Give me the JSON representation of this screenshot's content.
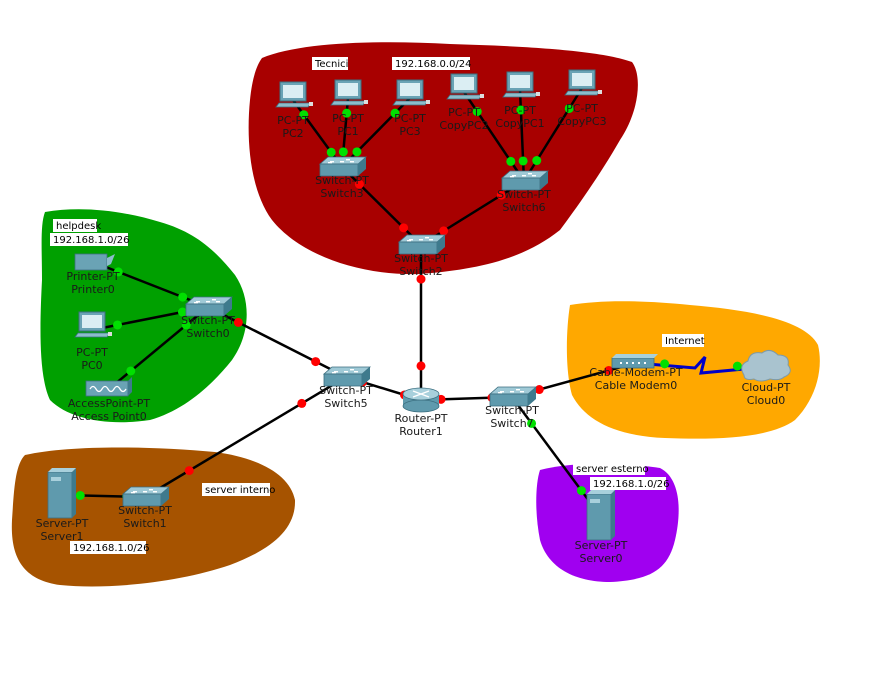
{
  "areas": [
    {
      "id": "tecnici",
      "color": "#a80000"
    },
    {
      "id": "helpdesk",
      "color": "#00a000"
    },
    {
      "id": "server-interno",
      "color": "#a65300"
    },
    {
      "id": "internet",
      "color": "#ffa800"
    },
    {
      "id": "server-esterno",
      "color": "#a000f0"
    }
  ],
  "notes": {
    "tecnici": "Tecnici",
    "tecnici_net": "192.168.0.0/24",
    "helpdesk": "helpdesk",
    "helpdesk_net": "192.168.1.0/26",
    "server_interno": "server interno",
    "server_interno_net": "192.168.1.0/26",
    "internet": "Internet",
    "server_esterno": "server esterno",
    "server_esterno_net": "192.168.1.0/26"
  },
  "devices": {
    "pc2": {
      "type": "PC-PT",
      "name": "PC2"
    },
    "pc1": {
      "type": "PC-PT",
      "name": "PC1"
    },
    "pc3": {
      "type": "PC-PT",
      "name": "PC3"
    },
    "copypc2": {
      "type": "PC-PT",
      "name": "CopyPC2"
    },
    "copypc1": {
      "type": "PC-PT",
      "name": "CopyPC1"
    },
    "copypc3": {
      "type": "PC-PT",
      "name": "CopyPC3"
    },
    "switch3": {
      "type": "Switch-PT",
      "name": "Switch3"
    },
    "switch6": {
      "type": "Switch-PT",
      "name": "Switch6"
    },
    "switch2": {
      "type": "Switch-PT",
      "name": "Switch2"
    },
    "printer0": {
      "type": "Printer-PT",
      "name": "Printer0"
    },
    "pc0": {
      "type": "PC-PT",
      "name": "PC0"
    },
    "ap0": {
      "type": "AccessPoint-PT",
      "name": "Access Point0"
    },
    "switch0": {
      "type": "Switch-PT",
      "name": "Switch0"
    },
    "switch5": {
      "type": "Switch-PT",
      "name": "Switch5"
    },
    "router1": {
      "type": "Router-PT",
      "name": "Router1"
    },
    "switch7": {
      "type": "Switch-PT",
      "name": "Switch7"
    },
    "modem0": {
      "type": "Cable-Modem-PT",
      "name": "Cable Modem0"
    },
    "cloud0": {
      "type": "Cloud-PT",
      "name": "Cloud0"
    },
    "server1": {
      "type": "Server-PT",
      "name": "Server1"
    },
    "switch1": {
      "type": "Switch-PT",
      "name": "Switch1"
    },
    "server0": {
      "type": "Server-PT",
      "name": "Server0"
    }
  },
  "links": [
    {
      "a": "pc2",
      "b": "switch3",
      "state": "up"
    },
    {
      "a": "pc1",
      "b": "switch3",
      "state": "up"
    },
    {
      "a": "pc3",
      "b": "switch3",
      "state": "up"
    },
    {
      "a": "copypc2",
      "b": "switch6",
      "state": "up"
    },
    {
      "a": "copypc1",
      "b": "switch6",
      "state": "up"
    },
    {
      "a": "copypc3",
      "b": "switch6",
      "state": "up"
    },
    {
      "a": "switch3",
      "b": "switch2",
      "state": "down"
    },
    {
      "a": "switch6",
      "b": "switch2",
      "state": "down"
    },
    {
      "a": "switch2",
      "b": "router1",
      "state": "down"
    },
    {
      "a": "printer0",
      "b": "switch0",
      "state": "up"
    },
    {
      "a": "pc0",
      "b": "switch0",
      "state": "up"
    },
    {
      "a": "ap0",
      "b": "switch0",
      "state": "up"
    },
    {
      "a": "switch0",
      "b": "switch5",
      "state": "down"
    },
    {
      "a": "switch5",
      "b": "router1",
      "state": "down"
    },
    {
      "a": "switch1",
      "b": "switch5",
      "state": "down"
    },
    {
      "a": "server1",
      "b": "switch1",
      "state": "up"
    },
    {
      "a": "router1",
      "b": "switch7",
      "state": "down"
    },
    {
      "a": "switch7",
      "b": "modem0",
      "state": "down"
    },
    {
      "a": "modem0",
      "b": "cloud0",
      "state": "up",
      "kind": "coax"
    },
    {
      "a": "switch7",
      "b": "server0",
      "state": "up"
    }
  ],
  "colors": {
    "link_up": "#00e000",
    "link_down": "#ff0000",
    "cable": "#000000",
    "coax": "#0000c8"
  }
}
